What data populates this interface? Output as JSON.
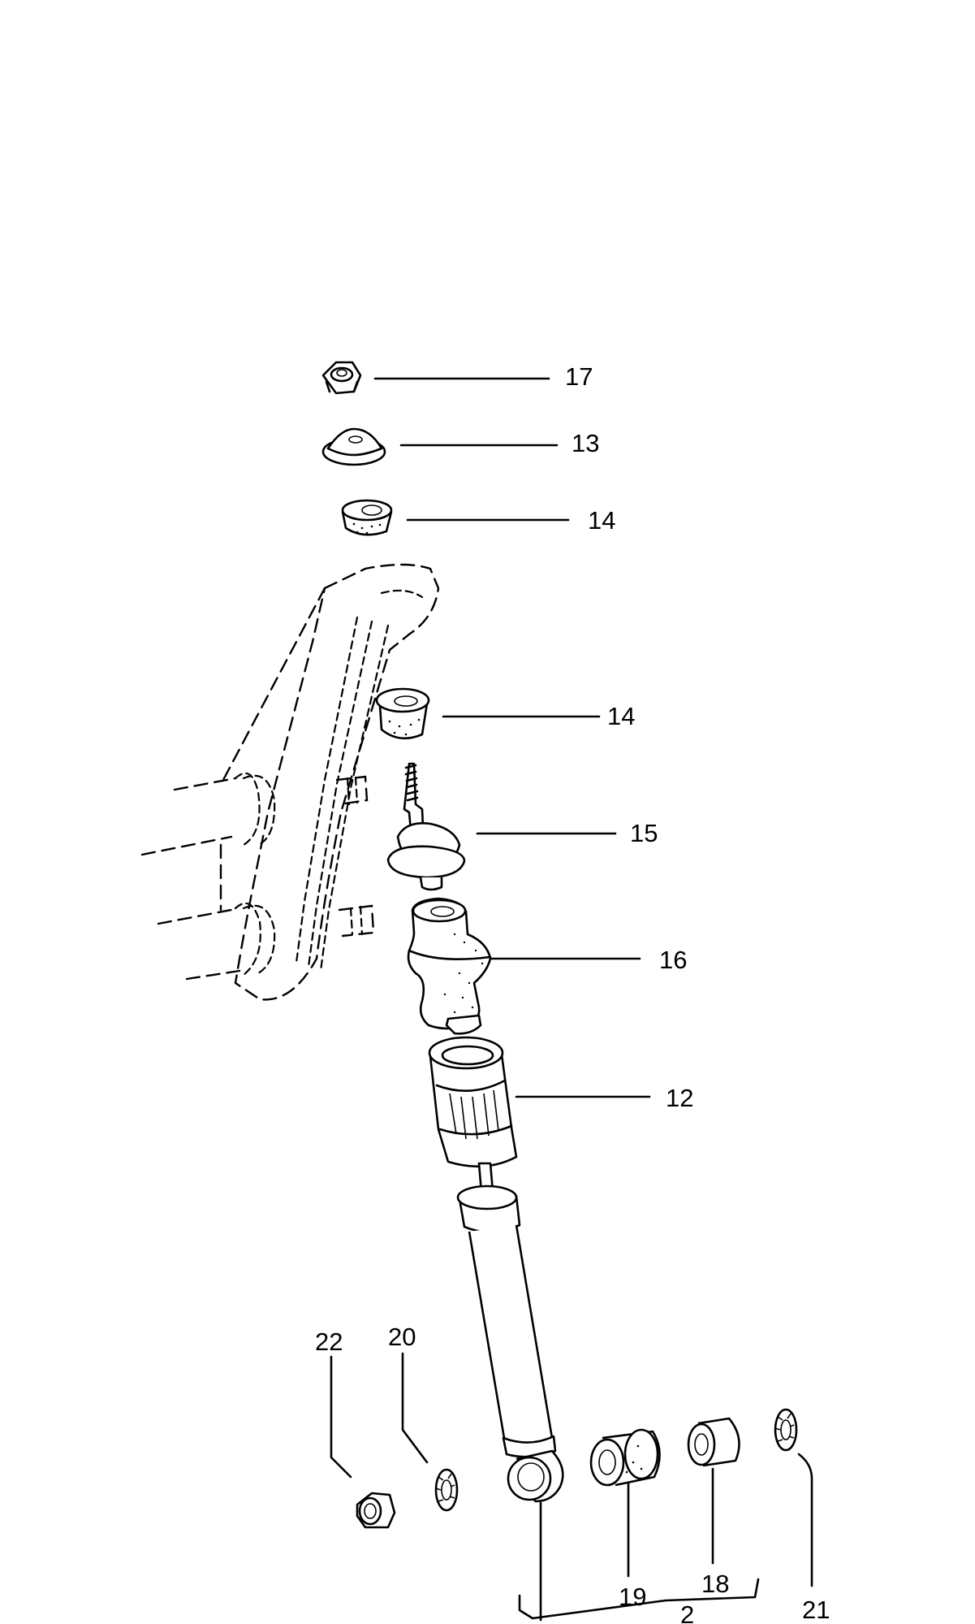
{
  "diagram": {
    "labels": {
      "p17": "17",
      "p13": "13",
      "p14a": "14",
      "p14b": "14",
      "p15": "15",
      "p16": "16",
      "p12": "12",
      "p22": "22",
      "p20": "20",
      "p19": "19",
      "p18": "18",
      "p21": "21",
      "p2": "2"
    }
  }
}
